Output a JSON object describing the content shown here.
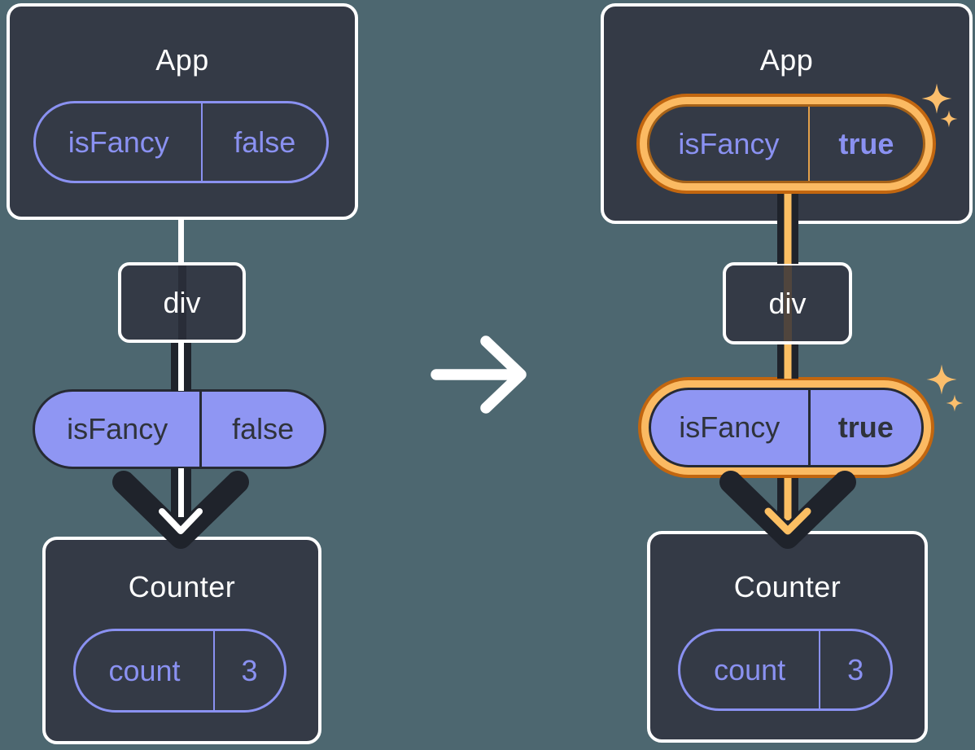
{
  "colors": {
    "background": "#4D6770",
    "card": "#343A46",
    "card-border": "#FFFFFF",
    "purple": "#8A91F1",
    "purple-fill": "#8F96F3",
    "dark-line": "#1F232B",
    "text-dark": "#2F333B",
    "white": "#FFFFFF",
    "orange-dark": "#C2660F",
    "orange-band": "#FBBA62",
    "orange-line": "#FBBF63",
    "sparkle": "#FBBE6C"
  },
  "left_diagram": {
    "app": {
      "title": "App",
      "state_pill": {
        "name": "isFancy",
        "value": "false"
      }
    },
    "div_node": {
      "label": "div"
    },
    "prop_pill": {
      "name": "isFancy",
      "value": "false"
    },
    "counter": {
      "title": "Counter",
      "state_pill": {
        "name": "count",
        "value": "3"
      }
    }
  },
  "right_diagram": {
    "app": {
      "title": "App",
      "state_pill": {
        "name": "isFancy",
        "value": "true"
      }
    },
    "div_node": {
      "label": "div"
    },
    "prop_pill": {
      "name": "isFancy",
      "value": "true"
    },
    "counter": {
      "title": "Counter",
      "state_pill": {
        "name": "count",
        "value": "3"
      }
    }
  }
}
